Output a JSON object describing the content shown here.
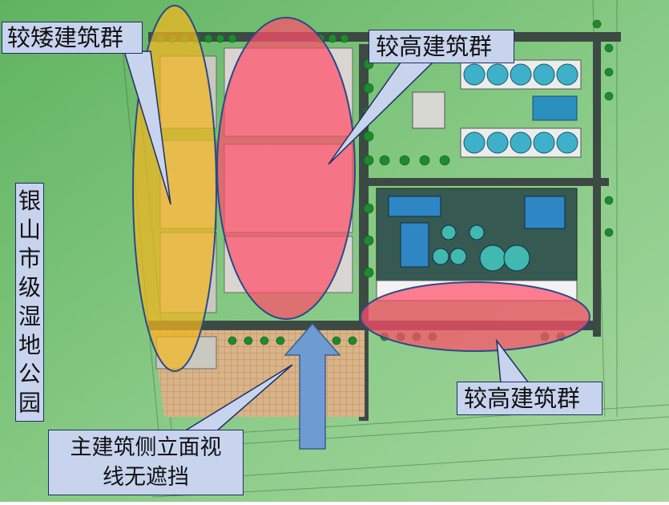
{
  "labels": {
    "low_cluster": "较矮建筑群",
    "high_cluster_top": "较高建筑群",
    "high_cluster_bottom": "较高建筑群",
    "park": [
      "银",
      "山",
      "市",
      "级",
      "湿",
      "地",
      "公",
      "园"
    ],
    "sightline": "主建筑侧立面视线无遮挡",
    "sightline_line1": "主建筑侧立面视",
    "sightline_line2": "线无遮挡"
  },
  "colors": {
    "map_bg": "#7ec27a",
    "low_zone": "#f2b51f",
    "high_zone": "#ff4d6a",
    "arrow": "#6f9bd3",
    "callout_bg": "#c8d3ee",
    "callout_border": "#1e2f63"
  }
}
